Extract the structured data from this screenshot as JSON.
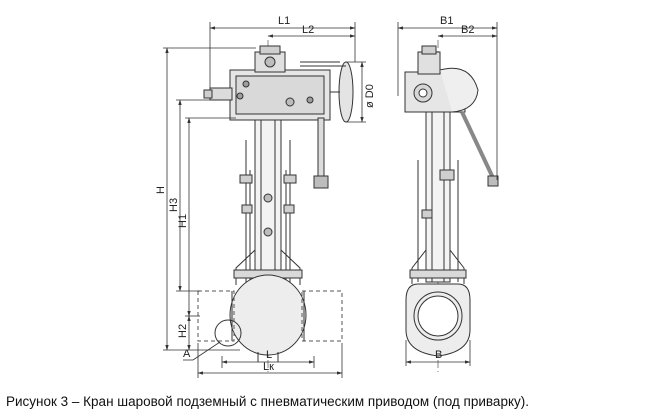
{
  "drawing": {
    "front_view_labels": {
      "L1": "L1",
      "L2": "L2",
      "D0": "ø D0",
      "H": "H",
      "H3": "H3",
      "H1": "H1",
      "H2": "H2",
      "L": "L",
      "Lk": "Lк",
      "A": "A"
    },
    "side_view_labels": {
      "B1": "B1",
      "B2": "B2",
      "B": "B"
    }
  },
  "caption": "Рисунок 3 – Кран шаровой подземный с пневматическим приводом (под приварку)."
}
